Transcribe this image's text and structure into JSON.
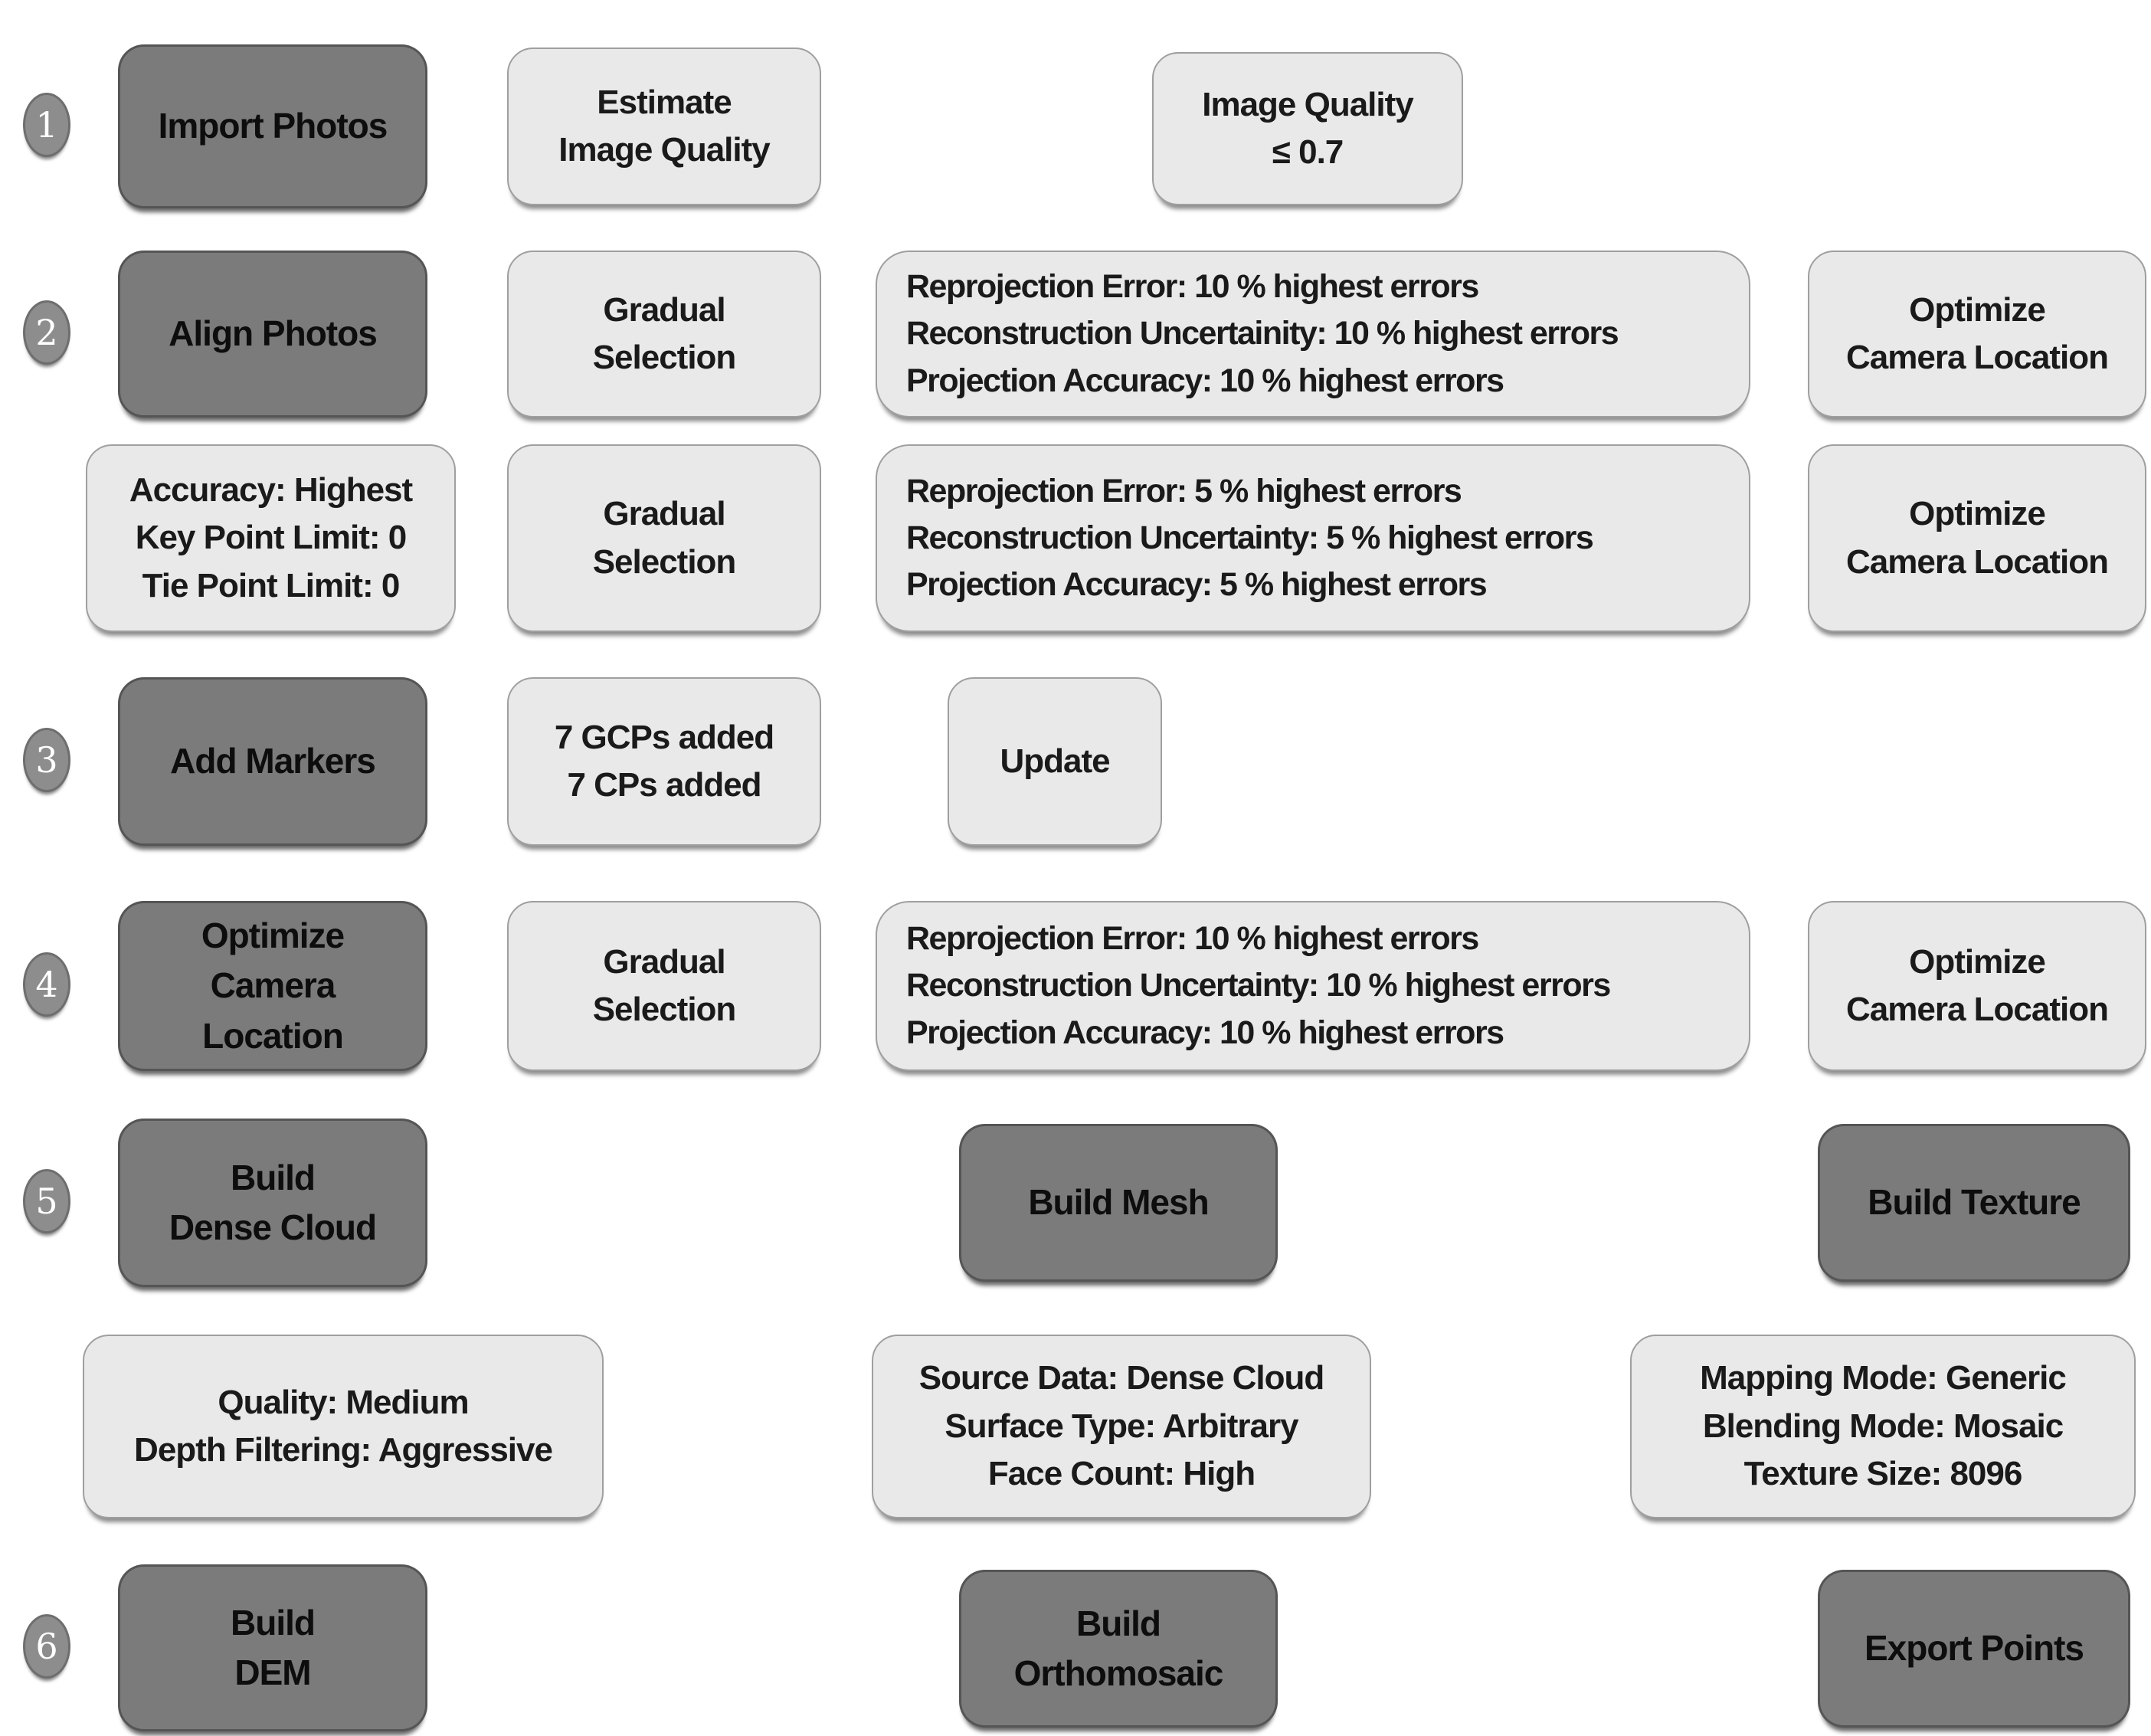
{
  "flowchart": {
    "title": "Photogrammetry processing workflow",
    "colors": {
      "dark_box": "#7b7b7b",
      "light_box": "#e9e9e9",
      "step_circle": "#8d8d8d",
      "text": "#141414"
    },
    "rows": {
      "r1": {
        "step": "1",
        "import_photos": "Import Photos",
        "estimate_image_quality": "Estimate\nImage Quality",
        "image_quality_threshold": "Image Quality\n≤ 0.7"
      },
      "r2": {
        "step": "2",
        "align_photos": "Align Photos",
        "gradual_selection": "Gradual\nSelection",
        "criteria": "Reprojection Error: 10 % highest errors\nReconstruction Uncertainity: 10 % highest errors\nProjection Accuracy: 10 % highest errors",
        "optimize_camera_location": "Optimize\nCamera Location"
      },
      "r3": {
        "alignment_settings": "Accuracy: Highest\nKey Point Limit: 0\nTie Point Limit: 0",
        "gradual_selection": "Gradual\nSelection",
        "criteria": "Reprojection Error: 5 % highest errors\nReconstruction Uncertainty: 5 % highest errors\nProjection Accuracy: 5 % highest errors",
        "optimize_camera_location": "Optimize\nCamera Location"
      },
      "r4": {
        "step": "3",
        "add_markers": "Add Markers",
        "markers_added": "7 GCPs added\n7 CPs added",
        "update": "Update"
      },
      "r5": {
        "step": "4",
        "optimize_camera_location_dark": "Optimize\nCamera\nLocation",
        "gradual_selection": "Gradual\nSelection",
        "criteria": "Reprojection Error: 10 % highest errors\nReconstruction Uncertainty: 10 % highest errors\nProjection Accuracy: 10 % highest errors",
        "optimize_camera_location": "Optimize\nCamera Location"
      },
      "r6": {
        "step": "5",
        "build_dense_cloud": "Build\nDense Cloud",
        "build_mesh": "Build Mesh",
        "build_texture": "Build Texture"
      },
      "r7": {
        "dense_cloud_settings": "Quality: Medium\nDepth Filtering: Aggressive",
        "mesh_settings": "Source Data: Dense Cloud\nSurface Type: Arbitrary\nFace Count: High",
        "texture_settings": "Mapping Mode: Generic\nBlending Mode: Mosaic\nTexture Size: 8096"
      },
      "r8": {
        "step": "6",
        "build_dem": "Build\nDEM",
        "build_orthomosaic": "Build\nOrthomosaic",
        "export_points": "Export Points"
      }
    }
  }
}
